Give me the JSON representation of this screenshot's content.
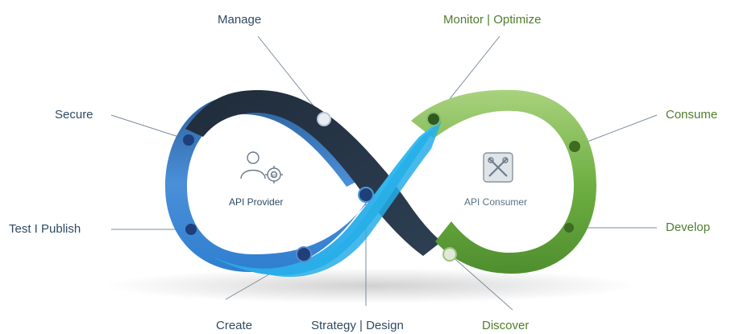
{
  "labels": {
    "manage": "Manage",
    "secure": "Secure",
    "test_publish": "Test I Publish",
    "create": "Create",
    "strategy_design": "Strategy | Design",
    "monitor_optimize": "Monitor | Optimize",
    "consume": "Consume",
    "develop": "Develop",
    "discover": "Discover"
  },
  "centers": {
    "provider": "API Provider",
    "consumer": "API Consumer",
    "api_badge": "API"
  },
  "colors": {
    "dark_navy": "#27374a",
    "mid_blue": "#3f7fc8",
    "bright_blue": "#29aee8",
    "green_light": "#8fc36a",
    "green_dark": "#4f8a2c",
    "label_blue": "#2f4a63",
    "label_green": "#4f7d2c"
  },
  "icons": [
    "user-gear-icon",
    "tools-icon"
  ]
}
